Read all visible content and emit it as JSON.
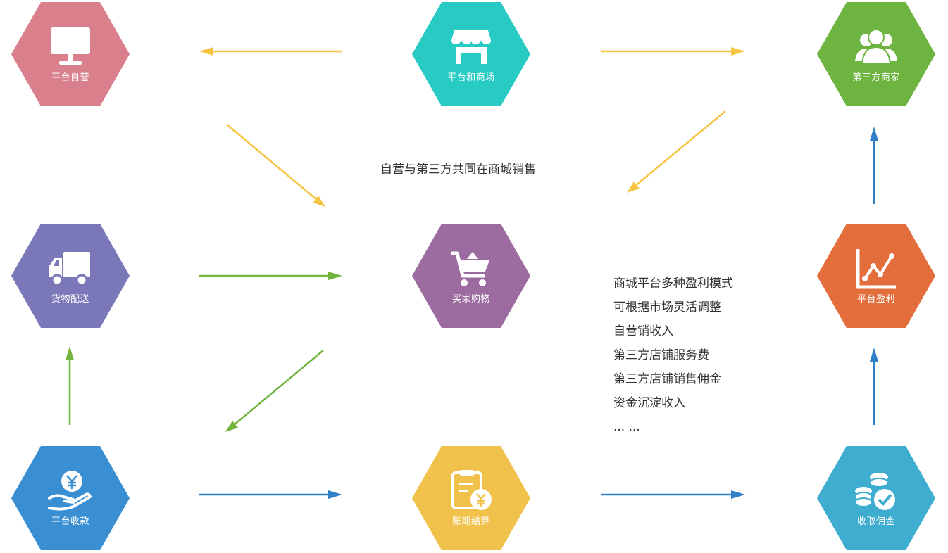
{
  "nodes": {
    "self_run": {
      "label": "平台自营",
      "color": "#d9808c",
      "icon": "monitor-icon"
    },
    "mall": {
      "label": "平台和商场",
      "color": "#27cbc4",
      "icon": "storefront-icon"
    },
    "third_party": {
      "label": "第三方商家",
      "color": "#6db540",
      "icon": "users-icon"
    },
    "delivery": {
      "label": "货物配送",
      "color": "#7b78ba",
      "icon": "truck-icon"
    },
    "buyer": {
      "label": "买家购物",
      "color": "#9c6ba0",
      "icon": "cart-icon"
    },
    "profit": {
      "label": "平台盈利",
      "color": "#e36e3c",
      "icon": "line-chart-icon"
    },
    "collection": {
      "label": "平台收款",
      "color": "#3a8fd3",
      "icon": "yen-hand-icon"
    },
    "settlement": {
      "label": "账期结算",
      "color": "#f0c24c",
      "icon": "bill-yen-icon"
    },
    "commission": {
      "label": "收取佣金",
      "color": "#3eadd0",
      "icon": "coins-check-icon"
    }
  },
  "caption": "自营与第三方共同在商城销售",
  "notes": [
    "商城平台多种盈利模式",
    "可根据市场灵活调整",
    "自营销收入",
    "第三方店铺服务费",
    "第三方店铺销售佣金",
    "资金沉淀收入",
    "... ..."
  ],
  "arrow_colors": {
    "yellow": "#f6c443",
    "green": "#72b43e",
    "blue": "#2f80c7"
  }
}
